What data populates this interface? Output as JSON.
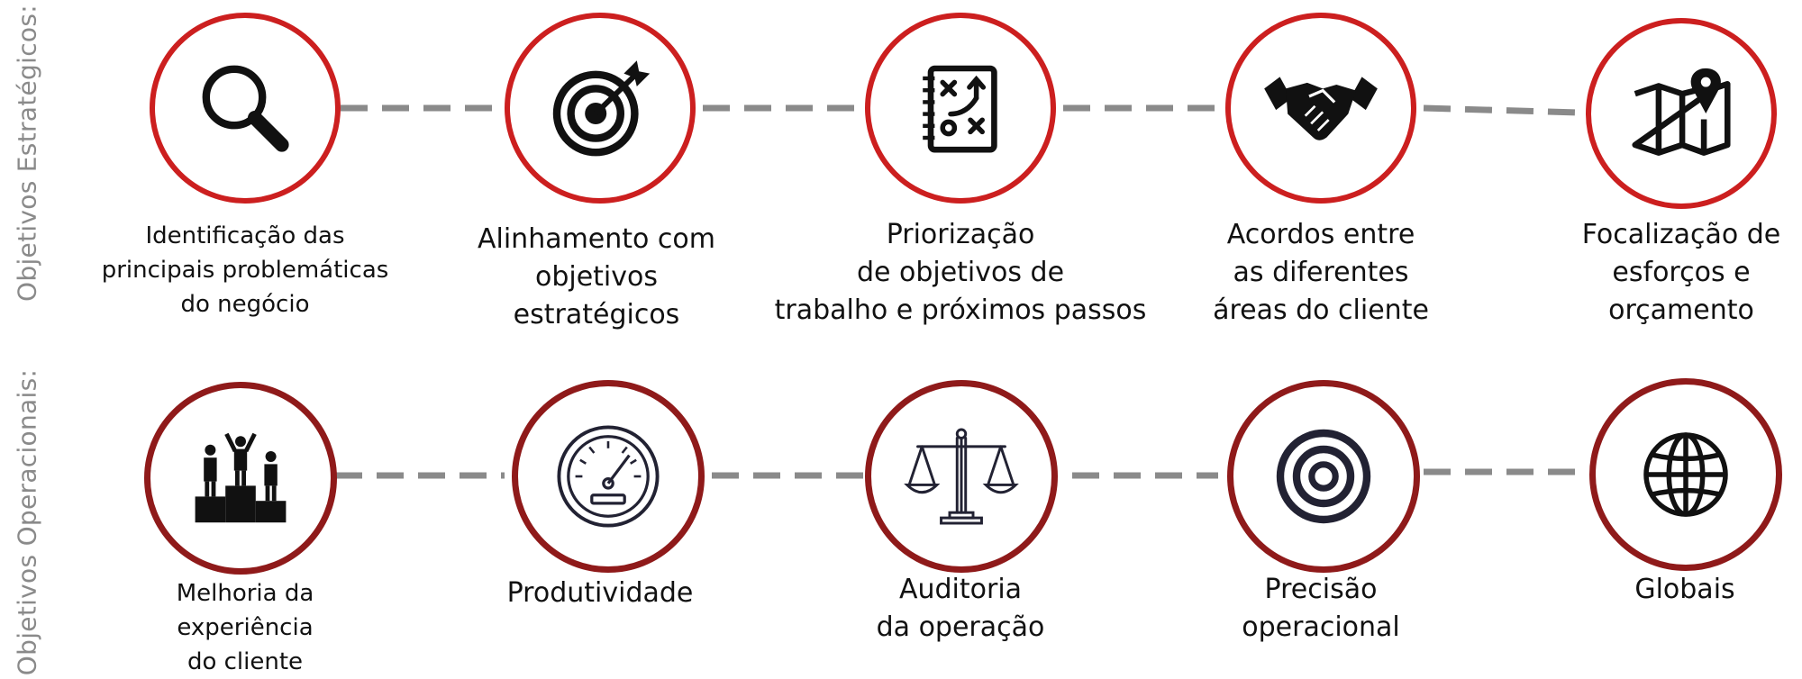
{
  "row_labels": {
    "strategic": "Objetivos Estratégicos:",
    "operational": "Objetivos Operacionais:"
  },
  "colors": {
    "strategic_ring": "#cc1f1f",
    "operational_ring": "#8f1a1a",
    "connector": "#8a8a8a",
    "label": "#8a8a8a",
    "text": "#111111"
  },
  "strategic": [
    {
      "icon": "magnifier-icon",
      "caption": [
        "Identificação das",
        "principais problemáticas",
        "do negócio"
      ]
    },
    {
      "icon": "target-arrow-icon",
      "caption": [
        "Alinhamento com",
        "objetivos",
        "estratégicos"
      ]
    },
    {
      "icon": "strategy-board-icon",
      "caption": [
        "Priorização",
        "de objetivos de",
        "trabalho e próximos passos"
      ]
    },
    {
      "icon": "handshake-icon",
      "caption": [
        "Acordos entre",
        "as diferentes",
        "áreas do cliente"
      ]
    },
    {
      "icon": "map-pin-icon",
      "caption": [
        "Focalização de",
        "esforços e",
        "orçamento"
      ]
    }
  ],
  "operational": [
    {
      "icon": "podium-icon",
      "caption": [
        "Melhoria da",
        "experiência",
        "do cliente"
      ]
    },
    {
      "icon": "speedometer-icon",
      "caption": [
        "Produtividade"
      ]
    },
    {
      "icon": "scales-icon",
      "caption": [
        "Auditoria",
        "da operação"
      ]
    },
    {
      "icon": "bullseye-icon",
      "caption": [
        "Precisão",
        "operacional"
      ]
    },
    {
      "icon": "globe-icon",
      "caption": [
        "Globais"
      ]
    }
  ]
}
